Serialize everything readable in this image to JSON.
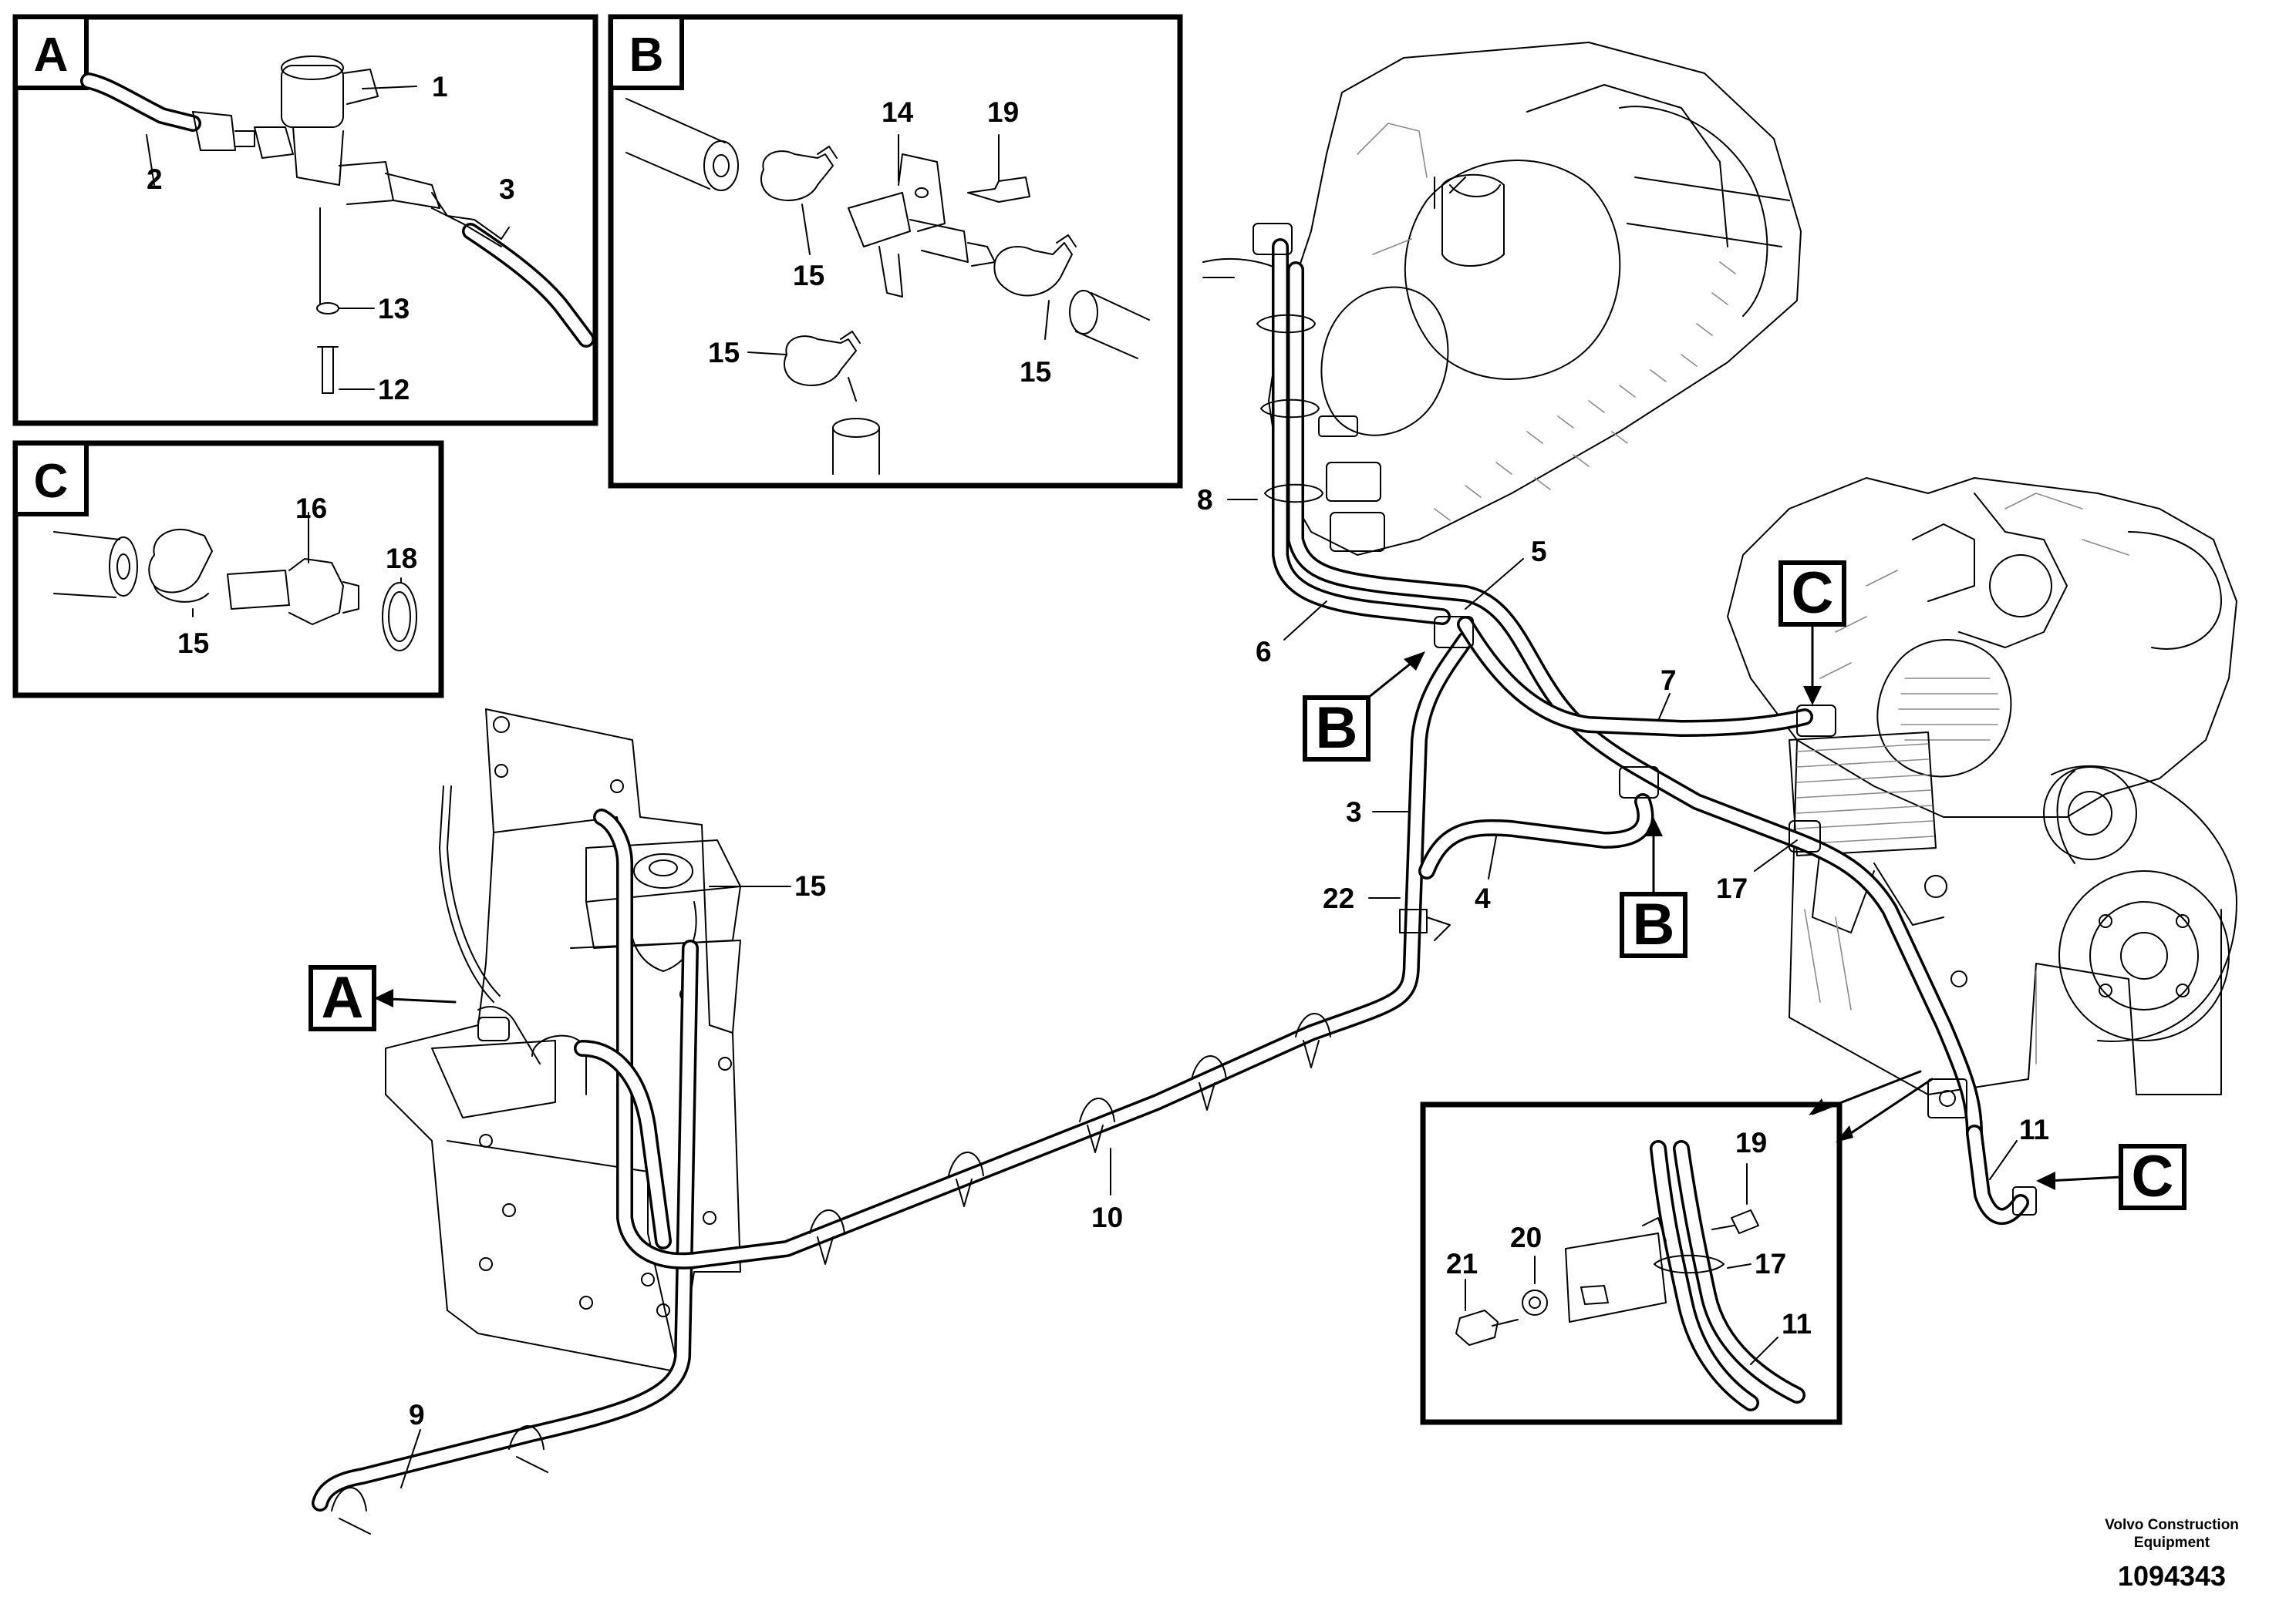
{
  "detail_views": {
    "A": {
      "title": "A",
      "callouts": [
        "1",
        "2",
        "3",
        "13",
        "12"
      ]
    },
    "B": {
      "title": "B",
      "callouts": [
        "14",
        "19",
        "15",
        "15",
        "15"
      ]
    },
    "C": {
      "title": "C",
      "callouts": [
        "16",
        "18",
        "15"
      ]
    },
    "D": {
      "callouts": [
        "19",
        "20",
        "17",
        "21",
        "11"
      ]
    }
  },
  "view_tags": [
    "A",
    "B",
    "B",
    "C",
    "C"
  ],
  "main_callouts": [
    "8",
    "5",
    "6",
    "7",
    "3",
    "22",
    "4",
    "17",
    "15",
    "10",
    "9",
    "11"
  ],
  "footer": {
    "publisher_line1": "Volvo Construction",
    "publisher_line2": "Equipment",
    "doc_number": "1094343"
  }
}
